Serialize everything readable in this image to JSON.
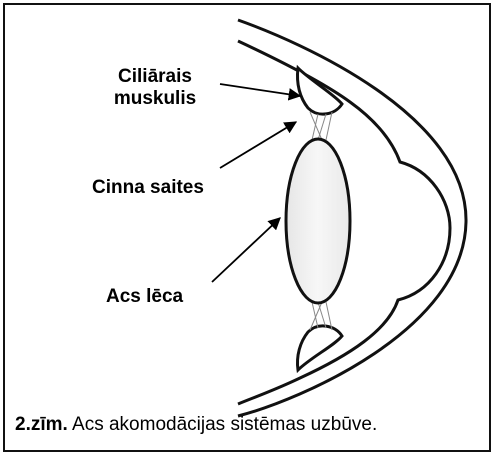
{
  "labels": {
    "ciliary_line1": "Ciliārais",
    "ciliary_line2": "muskulis",
    "zonules": "Cinna saites",
    "lens": "Acs lēca"
  },
  "caption": {
    "number": "2.zīm.",
    "text": " Acs akomodācijas sistēmas uzbūve."
  }
}
